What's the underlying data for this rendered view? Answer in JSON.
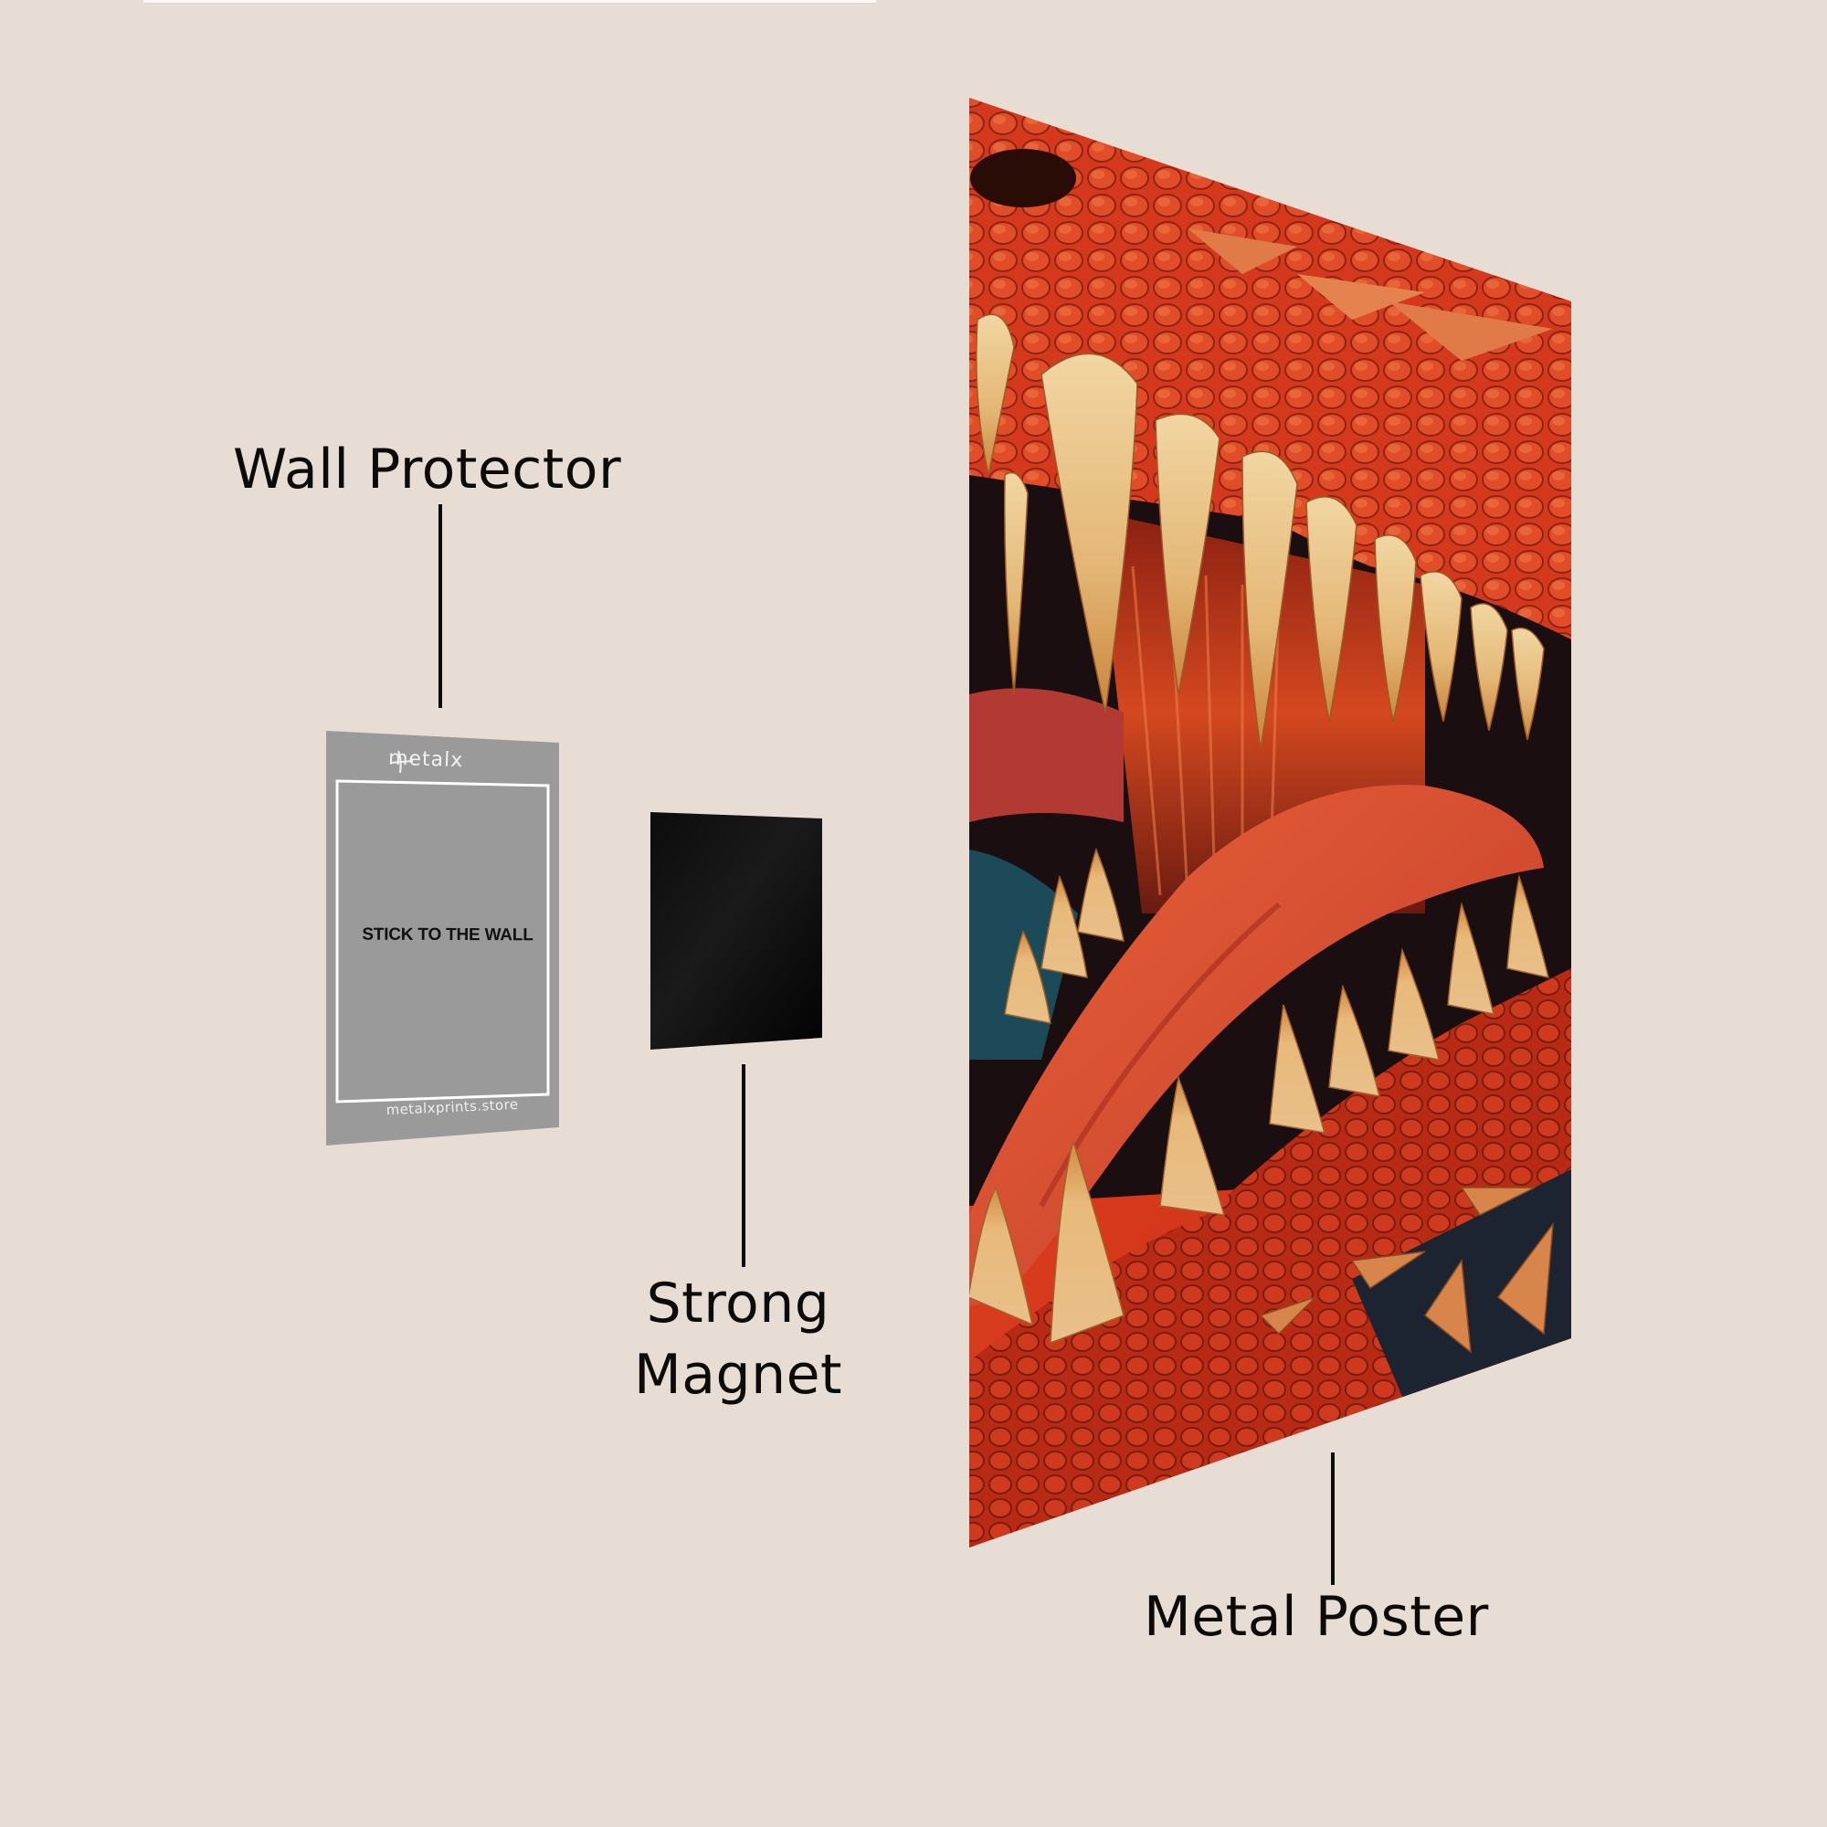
{
  "labels": {
    "wall_protector": "Wall Protector",
    "strong_magnet_line1": "Strong",
    "strong_magnet_line2": "Magnet",
    "metal_poster": "Metal Poster"
  },
  "wall_protector_card": {
    "brand": "metalx",
    "brand_icon": "metalx-logo-icon",
    "instruction": "STICK TO THE WALL",
    "website": "metalxprints.store",
    "color": "#9a9a9a"
  },
  "magnet": {
    "color": "#050505"
  },
  "poster": {
    "subject": "red dragon open mouth with fangs",
    "primary_colors": [
      "#d9391f",
      "#e8b97a",
      "#1b2a3a",
      "#e2603a"
    ]
  },
  "background_color": "#e8ddd5"
}
